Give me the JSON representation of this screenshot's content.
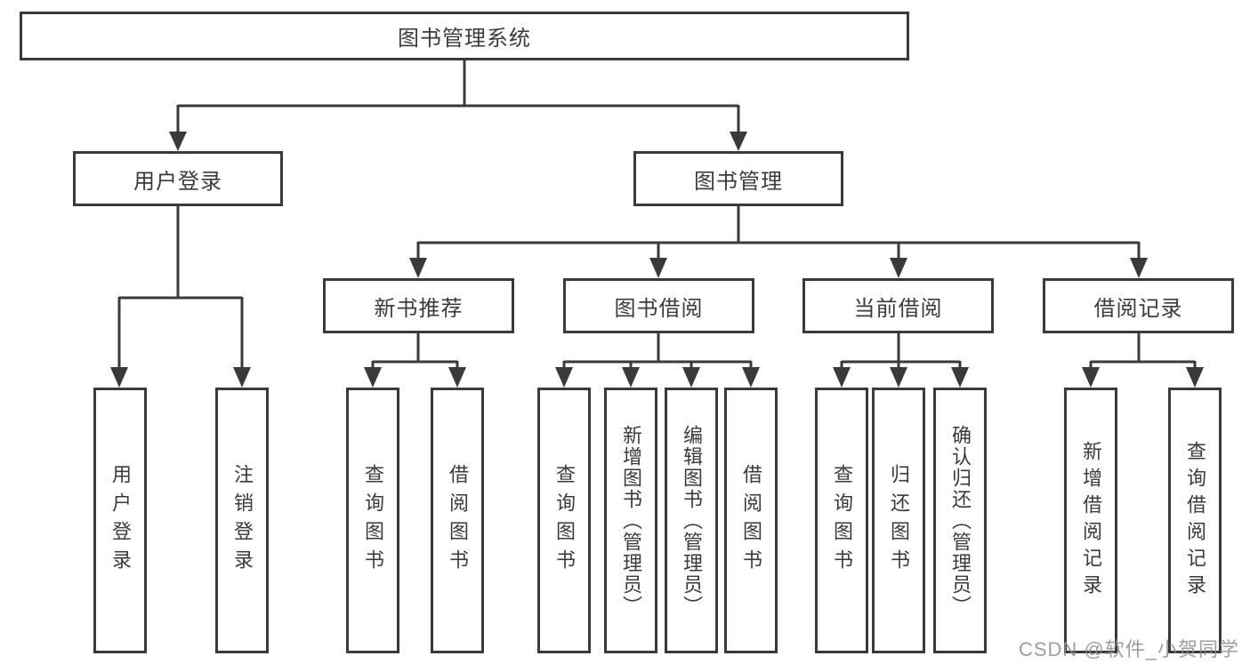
{
  "diagram": {
    "root": "图书管理系统",
    "branches": {
      "user_login": "用户登录",
      "book_mgmt": "图书管理"
    },
    "sections": {
      "new_books": "新书推荐",
      "borrowing": "图书借阅",
      "current": "当前借阅",
      "records": "借阅记录"
    },
    "leaves": {
      "user_login": "用户登录",
      "logout": "注销登录",
      "nb_query": "查询图书",
      "nb_borrow": "借阅图书",
      "bb_query": "查询图书",
      "bb_add": "新增图书（管理员）",
      "bb_edit": "编辑图书（管理员）",
      "bb_borrow": "借阅图书",
      "cb_query": "查询图书",
      "cb_return": "归还图书",
      "cb_confirm": "确认归还（管理员）",
      "br_add": "新增借阅记录",
      "br_query": "查询借阅记录"
    }
  },
  "watermark": "CSDN @软件_小贺同学",
  "colors": {
    "line": "#3a3a3a",
    "text": "#3b3b3b",
    "watermark": "#8c8c8c",
    "background": "#ffffff"
  }
}
